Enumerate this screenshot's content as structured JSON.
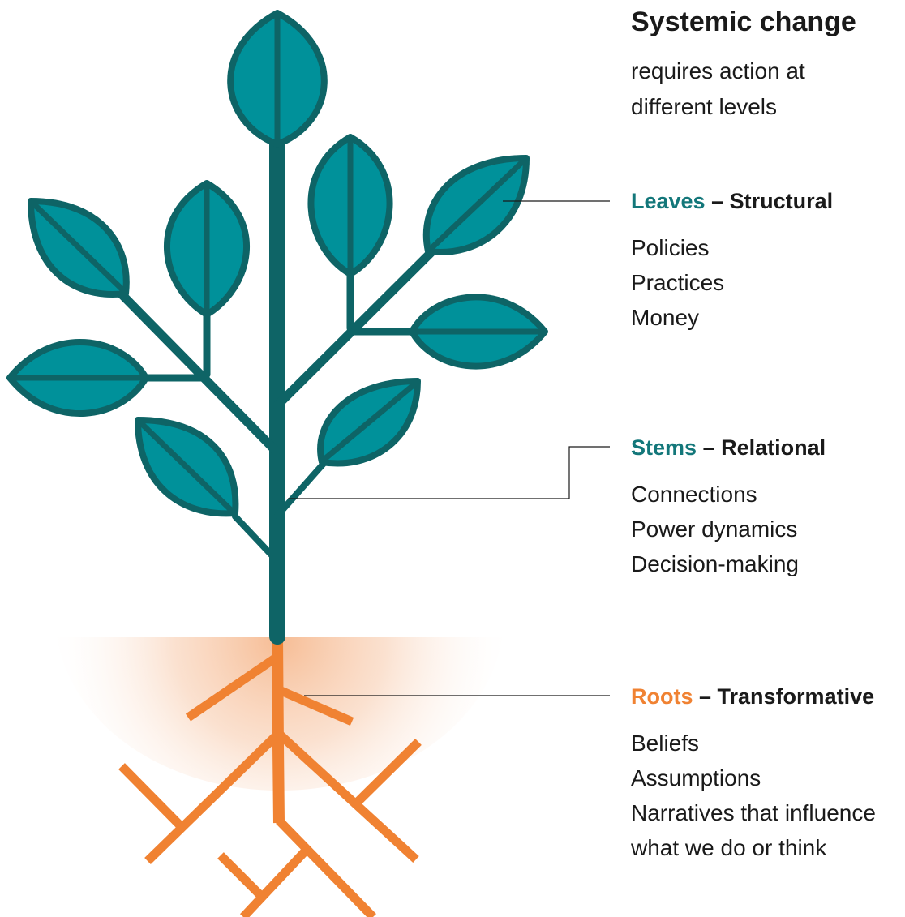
{
  "title": "Systemic change",
  "subtitle": [
    "requires action at",
    "different levels"
  ],
  "levels": [
    {
      "keyword": "Leaves",
      "label": "– Structural",
      "keyword_color": "#13777a",
      "items": [
        "Policies",
        "Practices",
        "Money"
      ]
    },
    {
      "keyword": "Stems",
      "label": "– Relational",
      "keyword_color": "#13777a",
      "items": [
        "Connections",
        "Power dynamics",
        "Decision-making"
      ]
    },
    {
      "keyword": "Roots",
      "label": "– Transformative",
      "keyword_color": "#f08232",
      "items": [
        "Beliefs",
        "Assumptions",
        "Narratives that influence",
        "what we do or think"
      ]
    }
  ],
  "colors": {
    "leaf_fill": "#00919a",
    "plant_stroke": "#0e6466",
    "root": "#f08232",
    "soil_glow": "#f6b98f",
    "text": "#1a1a1a",
    "connector": "#1a1a1a"
  }
}
